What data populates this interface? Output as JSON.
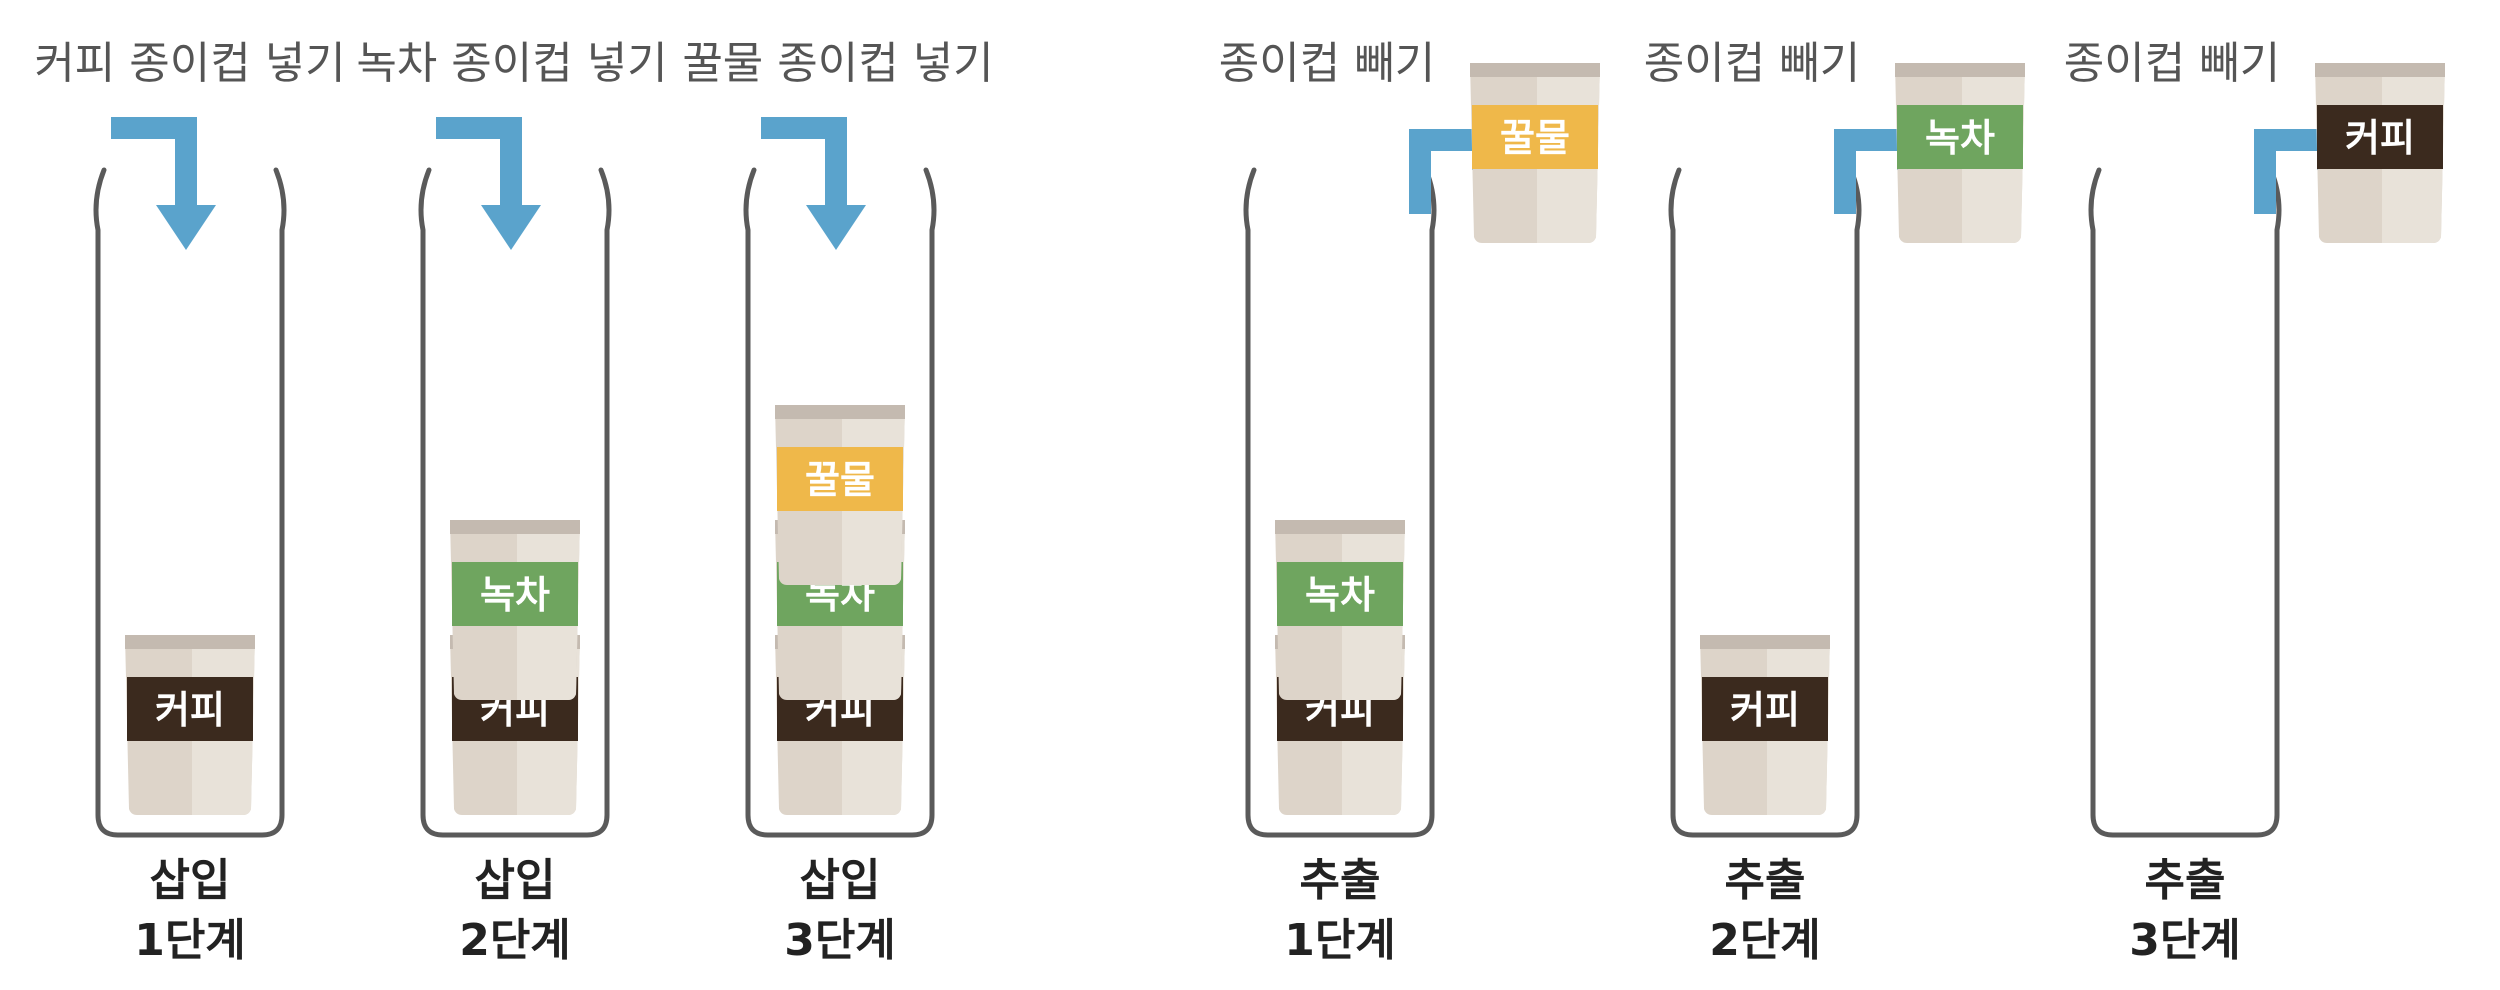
{
  "colors": {
    "arrow": "#5aa3cc",
    "tube": "#5a5a5a",
    "cup_body": "#ddd4c9",
    "cup_body_light": "#e8e2d9",
    "cup_top": "#c4bab0",
    "coffee": "#3b2a1e",
    "greentea": "#6fa55f",
    "honey": "#efb84a"
  },
  "cup_names": {
    "coffee": "커피",
    "greentea": "녹차",
    "honey": "꿀물"
  },
  "panels": [
    {
      "caption": "커피 종이컵 넣기",
      "stage": [
        "삽입",
        "1단계"
      ],
      "action": "insert",
      "stack": [
        "coffee"
      ],
      "removed": null
    },
    {
      "caption": "녹차 종이컵 넣기",
      "stage": [
        "삽입",
        "2단계"
      ],
      "action": "insert",
      "stack": [
        "coffee",
        "greentea"
      ],
      "removed": null
    },
    {
      "caption": "꿀물 종이컵 넣기",
      "stage": [
        "삽입",
        "3단계"
      ],
      "action": "insert",
      "stack": [
        "coffee",
        "greentea",
        "honey"
      ],
      "removed": null
    },
    {
      "caption": "종이컵 빼기",
      "stage": [
        "추출",
        "1단계"
      ],
      "action": "extract",
      "stack": [
        "coffee",
        "greentea"
      ],
      "removed": "honey"
    },
    {
      "caption": "종이컵 빼기",
      "stage": [
        "추출",
        "2단계"
      ],
      "action": "extract",
      "stack": [
        "coffee"
      ],
      "removed": "greentea"
    },
    {
      "caption": "종이컵 빼기",
      "stage": [
        "추출",
        "3단계"
      ],
      "action": "extract",
      "stack": [],
      "removed": "coffee"
    }
  ]
}
